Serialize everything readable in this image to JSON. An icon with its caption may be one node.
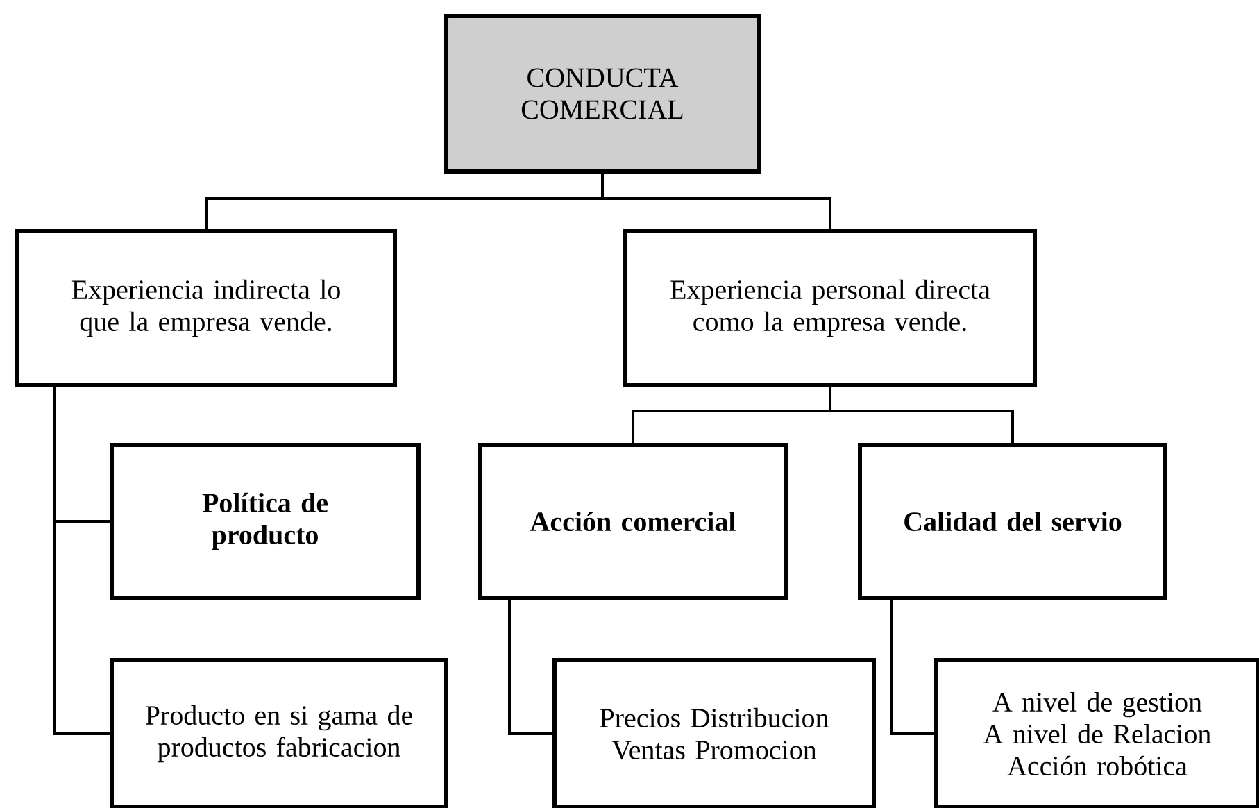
{
  "diagram": {
    "nodes": [
      {
        "text": [
          "CONDUCTA COMERCIAL"
        ]
      },
      {
        "text": [
          "Experiencia indirecta lo que la empresa vende."
        ]
      },
      {
        "text": [
          "Experiencia personal directa como la empresa vende."
        ]
      },
      {
        "text": [
          "Política de producto"
        ]
      },
      {
        "text": [
          "Acción comercial"
        ]
      },
      {
        "text": [
          "Calidad del servio"
        ]
      },
      {
        "text": [
          "Producto en si gama de productos fabricacion"
        ]
      },
      {
        "text": [
          "Precios Distribucion Ventas Promocion"
        ]
      },
      {
        "text": [
          "A nivel de gestion A nivel de Relacion Acción robótica"
        ]
      }
    ],
    "edges": [
      {
        "from": 0,
        "to": 1,
        "arrow": "none"
      },
      {
        "from": 0,
        "to": 2,
        "arrow": "none"
      },
      {
        "from": 1,
        "to": 3,
        "arrow": "none"
      },
      {
        "from": 1,
        "to": 6,
        "arrow": "none"
      },
      {
        "from": 2,
        "to": 4,
        "arrow": "none"
      },
      {
        "from": 2,
        "to": 5,
        "arrow": "none"
      },
      {
        "from": 4,
        "to": 7,
        "arrow": "none"
      },
      {
        "from": 5,
        "to": 8,
        "arrow": "none"
      }
    ]
  }
}
